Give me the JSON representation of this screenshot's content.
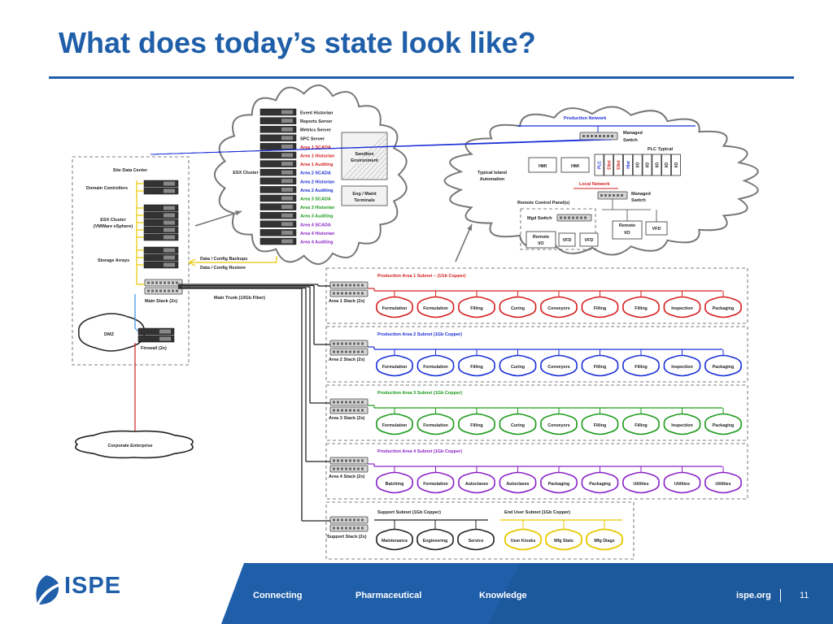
{
  "title": "What does today’s state look like?",
  "dc": {
    "title": "Site Data Center",
    "domain": "Domain Controllers",
    "esx1": "ESX Cluster",
    "esx2": "(VMWare vSphere)",
    "storage": "Storage Arrays",
    "dmz": "DMZ",
    "firewall": "Firewall (2x)",
    "mainstack": "Main Stack (2x)",
    "trunk": "Main Trunk (10Gb Fiber)",
    "corporate": "Corporate Enterprise",
    "backups": "Data / Config Backups",
    "restore": "Data / Config Restore"
  },
  "esx": {
    "label": "ESX Cluster",
    "servers": [
      {
        "text": "Event Historian",
        "color": "#222222"
      },
      {
        "text": "Reports Server",
        "color": "#222222"
      },
      {
        "text": "Metrics Server",
        "color": "#222222"
      },
      {
        "text": "SPC Server",
        "color": "#222222"
      },
      {
        "text": "Area 1 SCADA",
        "color": "#d62020"
      },
      {
        "text": "Area 1 Historian",
        "color": "#d62020"
      },
      {
        "text": "Area 1 Auditing",
        "color": "#d62020"
      },
      {
        "text": "Area 2 SCADA",
        "color": "#1a2fd6"
      },
      {
        "text": "Area 2 Historian",
        "color": "#1a2fd6"
      },
      {
        "text": "Area 2 Auditing",
        "color": "#1a2fd6"
      },
      {
        "text": "Area 3 SCADA",
        "color": "#1a9a1a"
      },
      {
        "text": "Area 3 Historian",
        "color": "#1a9a1a"
      },
      {
        "text": "Area 3 Auditing",
        "color": "#1a9a1a"
      },
      {
        "text": "Area 4 SCADA",
        "color": "#8a22c8"
      },
      {
        "text": "Area 4 Historian",
        "color": "#8a22c8"
      },
      {
        "text": "Area 4 Auditing",
        "color": "#8a22c8"
      }
    ],
    "sandbox1": "Sandbox",
    "sandbox2": "Environment",
    "eng1": "Eng / Maint",
    "eng2": "Terminals"
  },
  "island": {
    "prodnet": "Production Network",
    "managed1": "Managed",
    "managed2": "Switch",
    "plctypical": "PLC Typical",
    "hmi1": "HMI",
    "hmi2": "HMI",
    "plcmods": [
      "PLC",
      "ENet",
      "ENet",
      "HIst",
      "I/O",
      "I/O",
      "I/O",
      "I/O",
      "I/O"
    ],
    "typical1": "Typical Island",
    "typical2": "Automation",
    "localnet": "Local Network",
    "managed3": "Managed",
    "managed4": "Switch",
    "rcp": "Remote Control Panel(s)",
    "mgd": "Mgd Switch",
    "remote1a": "Remote",
    "remote1b": "I/O",
    "vfd1": "VFD",
    "vfd2": "VFD",
    "remote2a": "Remote",
    "remote2b": "I/O",
    "vfd3": "VFD"
  },
  "subnets": [
    {
      "title": "Production Area 1 Subnet – (1Gb Copper)",
      "stack": "Area 1 Stack (2x)",
      "color": "#d62020",
      "clouds": [
        "Formulation",
        "Formulation",
        "Filling",
        "Curing",
        "Conveyors",
        "Filling",
        "Filling",
        "Inspection",
        "Packaging"
      ]
    },
    {
      "title": "Production Area 2 Subnet (1Gb Copper)",
      "stack": "Area 2 Stack (2x)",
      "color": "#1a2fd6",
      "clouds": [
        "Formulation",
        "Formulation",
        "Filling",
        "Curing",
        "Conveyors",
        "Filling",
        "Filling",
        "Inspection",
        "Packaging"
      ]
    },
    {
      "title": "Production Area 3 Subnet (1Gb Copper)",
      "stack": "Area 3 Stack (2x)",
      "color": "#1a9a1a",
      "clouds": [
        "Formulation",
        "Formulation",
        "Filling",
        "Curing",
        "Conveyors",
        "Filling",
        "Filling",
        "Inspection",
        "Packaging"
      ]
    },
    {
      "title": "Production Area 4 Subnet (1Gb Copper)",
      "stack": "Area 4 Stack (2x)",
      "color": "#8a22c8",
      "clouds": [
        "Batching",
        "Formulation",
        "Autoclaves",
        "Autoclaves",
        "Packaging",
        "Packaging",
        "Utilities",
        "Utilities",
        "Utilities"
      ]
    }
  ],
  "support": {
    "title": "Support Subnet (1Gb Copper)",
    "stack": "Support Stack (2x)",
    "color": "#222222",
    "clouds": [
      "Maintenance",
      "Engineering",
      "Service"
    ],
    "enduser_title": "End User Subnet (1Gb Copper)",
    "enduser_color": "#e8c800",
    "enduser_clouds": [
      "User Kiosks",
      "Mfg Stats",
      "Mfg Diags"
    ]
  },
  "footer": {
    "logo": "ISPE",
    "connecting": "Connecting",
    "pharma": "Pharmaceutical",
    "knowledge": "Knowledge",
    "site": "ispe.org",
    "page": "11"
  }
}
